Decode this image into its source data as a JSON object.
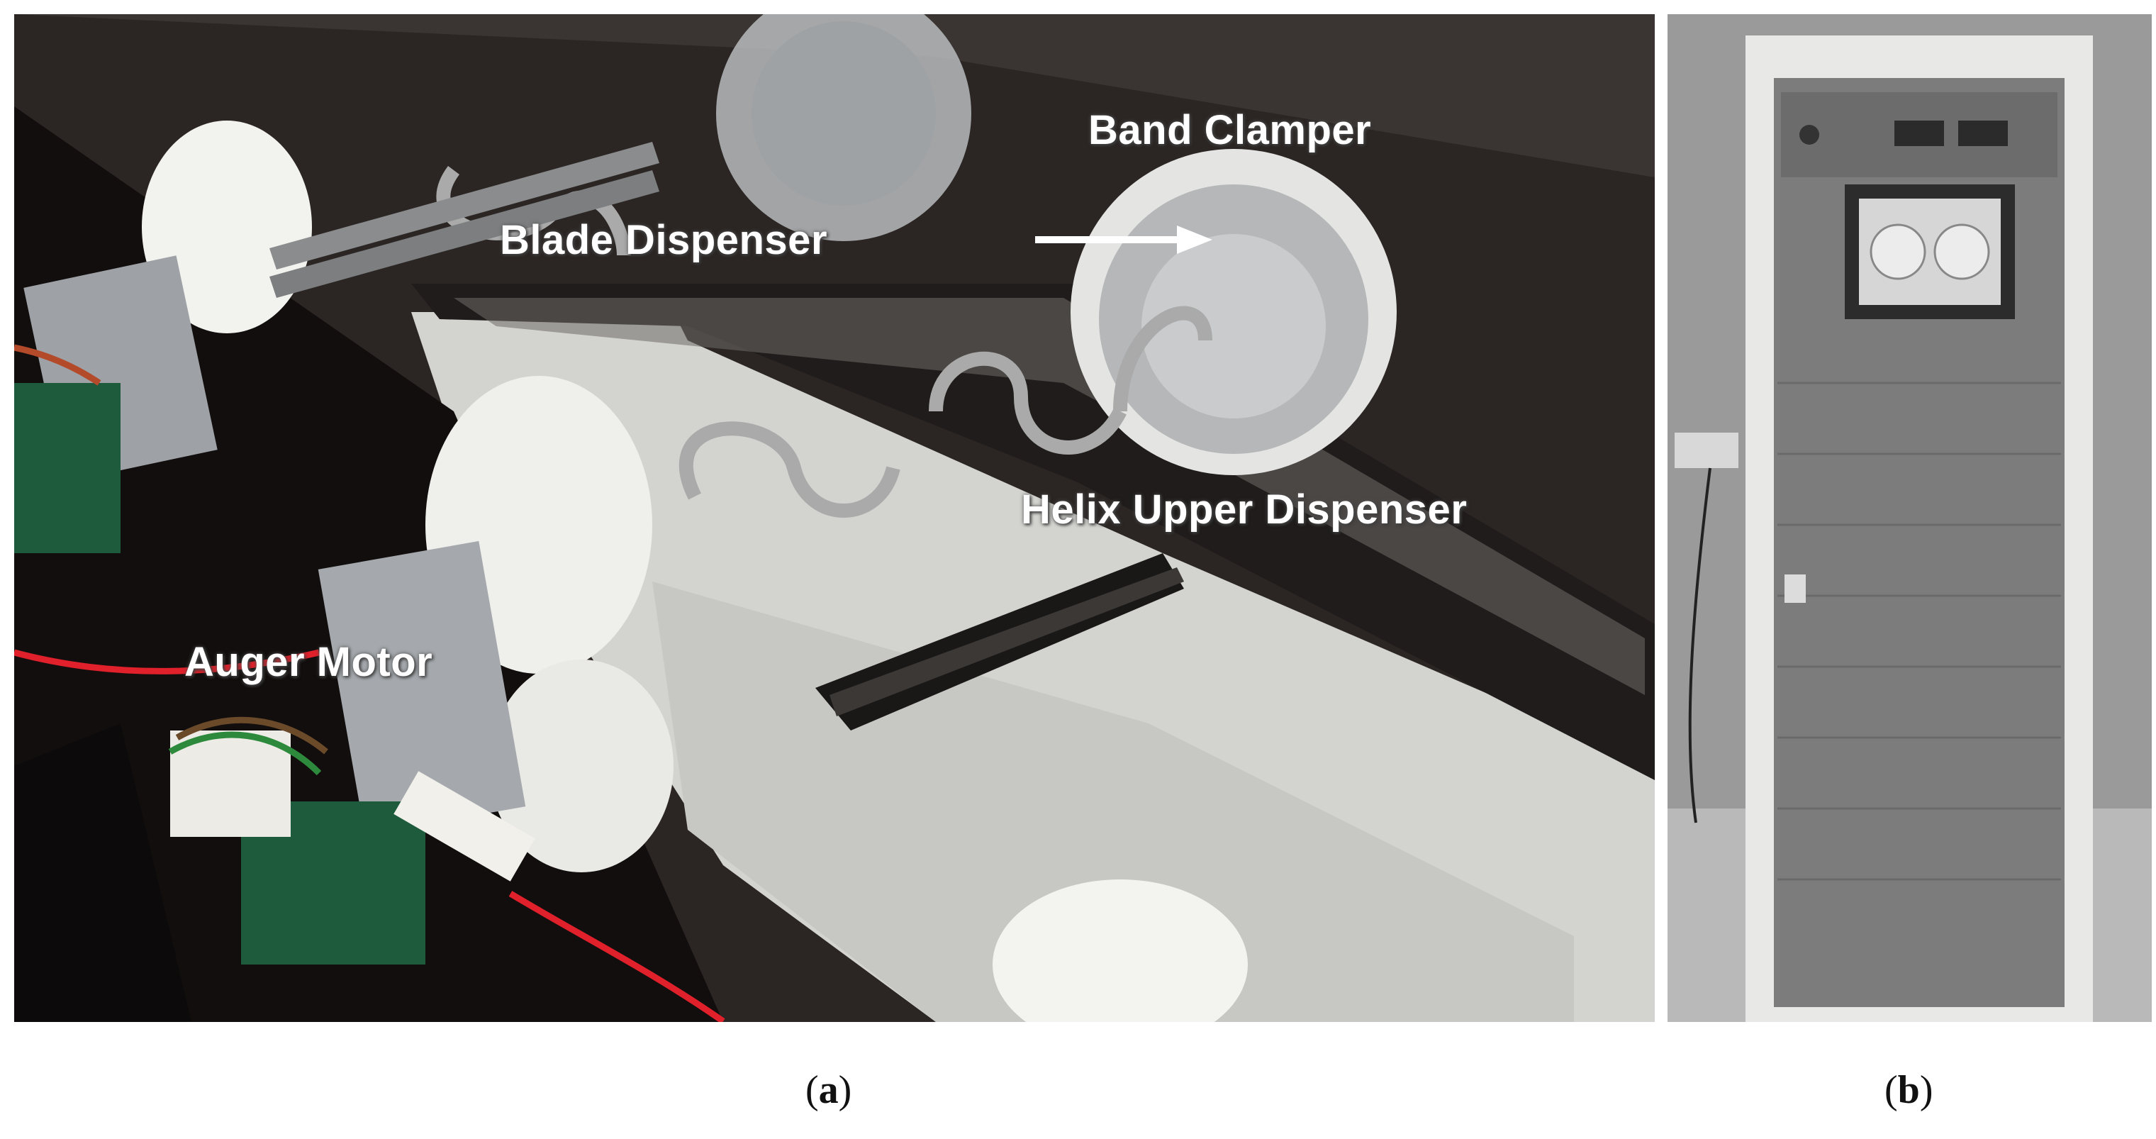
{
  "figure": {
    "panel_a": {
      "callouts": {
        "band_clamper": "Band Clamper",
        "blade_dispenser": "Blade Dispenser",
        "helix_upper_dispenser": "Helix Upper Dispenser",
        "auger_motor": "Auger Motor"
      },
      "label": {
        "open": "(",
        "letter": "a",
        "close": ")"
      }
    },
    "panel_b": {
      "label": {
        "open": "(",
        "letter": "b",
        "close": ")"
      }
    }
  },
  "colors": {
    "machine_frame": "#2a2523",
    "powder_tray": "#d6d6d2",
    "roller_white": "#f2f2ee",
    "motor_green": "#1e5a3c",
    "wire_red": "#e0202a",
    "cabinet_frame": "#e8e8e6",
    "cabinet_glass": "#7c7c7c",
    "callout_text": "#ffffff"
  }
}
